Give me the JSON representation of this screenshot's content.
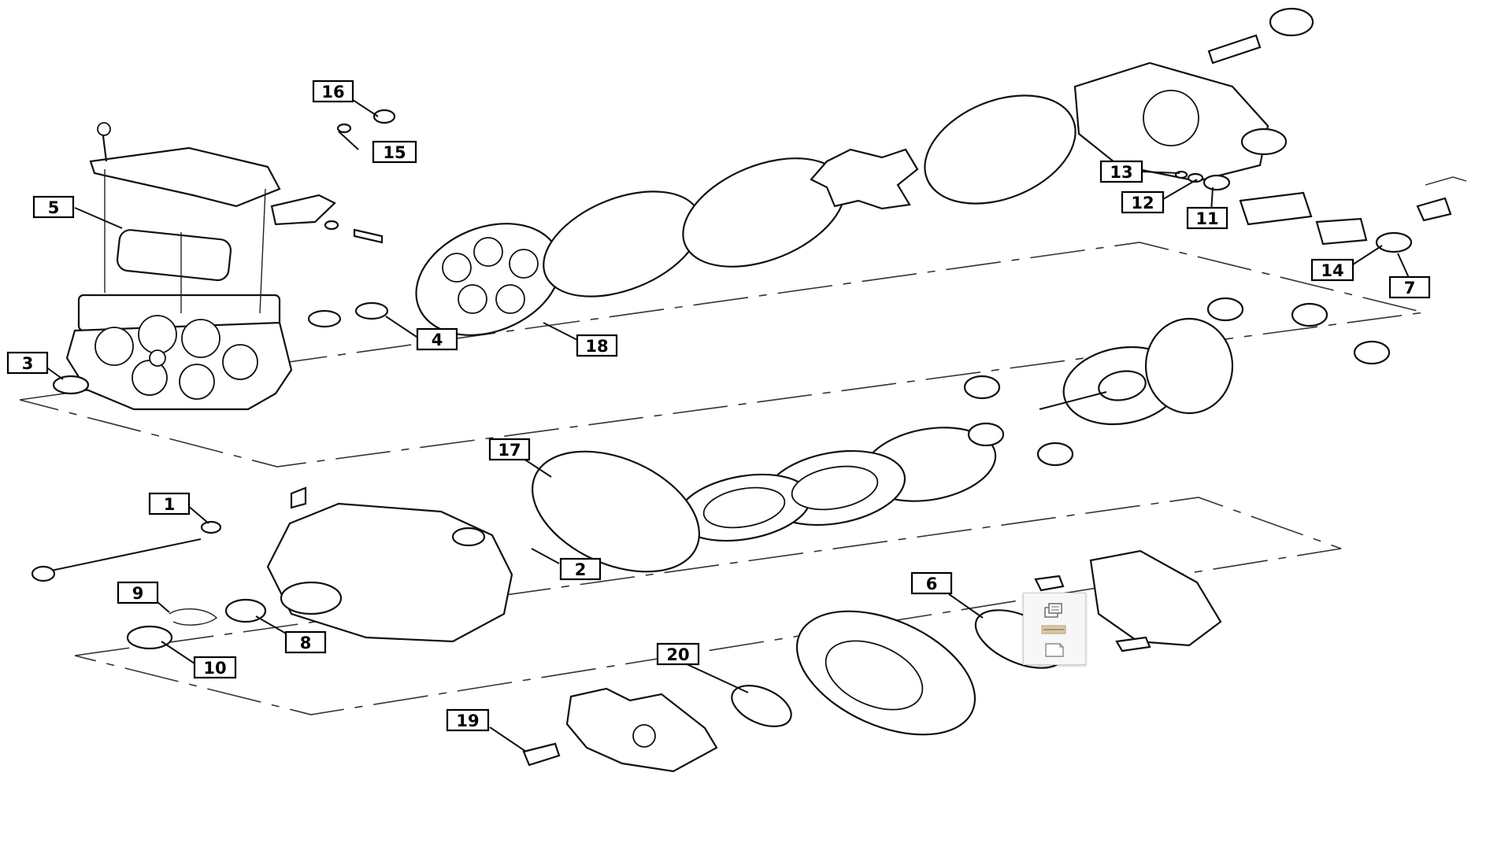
{
  "diagram": {
    "callouts": [
      {
        "id": "c16",
        "label": "16"
      },
      {
        "id": "c15",
        "label": "15"
      },
      {
        "id": "c5",
        "label": "5"
      },
      {
        "id": "c3",
        "label": "3"
      },
      {
        "id": "c4",
        "label": "4"
      },
      {
        "id": "c18",
        "label": "18"
      },
      {
        "id": "c13",
        "label": "13"
      },
      {
        "id": "c12",
        "label": "12"
      },
      {
        "id": "c11",
        "label": "11"
      },
      {
        "id": "c14",
        "label": "14"
      },
      {
        "id": "c7",
        "label": "7"
      },
      {
        "id": "c17",
        "label": "17"
      },
      {
        "id": "c1",
        "label": "1"
      },
      {
        "id": "c2",
        "label": "2"
      },
      {
        "id": "c9",
        "label": "9"
      },
      {
        "id": "c8",
        "label": "8"
      },
      {
        "id": "c10",
        "label": "10"
      },
      {
        "id": "c6",
        "label": "6"
      },
      {
        "id": "c20",
        "label": "20"
      },
      {
        "id": "c19",
        "label": "19"
      }
    ]
  },
  "toolbar": {
    "accent_color": "#d9c7a6",
    "buttons": [
      {
        "name": "copy-icon"
      },
      {
        "name": "highlight-icon"
      },
      {
        "name": "note-icon"
      }
    ]
  }
}
